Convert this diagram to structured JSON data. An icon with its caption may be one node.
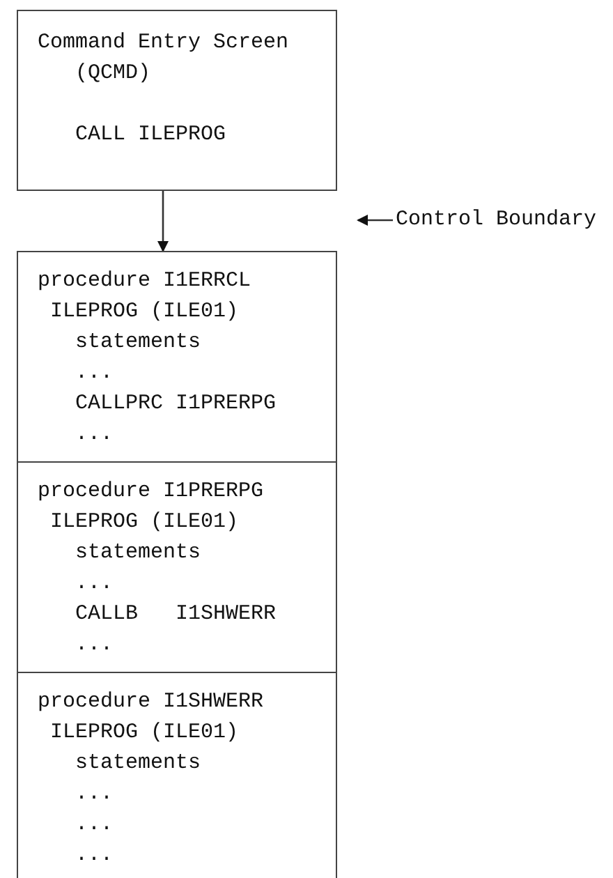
{
  "diagram": {
    "nodes": [
      {
        "text": [
          "Command Entry Screen",
          "(QCMD)",
          "CALL ILEPROG"
        ]
      },
      {
        "text": [
          "procedure I1ERRCL",
          "ILEPROG (ILE01)",
          "statements",
          "...",
          "CALLPRC I1PRERPG",
          "..."
        ]
      },
      {
        "text": [
          "procedure I1PRERPG",
          "ILEPROG (ILE01)",
          "statements",
          "...",
          "CALLB   I1SHWERR",
          "..."
        ]
      },
      {
        "text": [
          "procedure I1SHWERR",
          "ILEPROG (ILE01)",
          "statements",
          "...",
          "...",
          "..."
        ]
      },
      {
        "text": [
          "Control Boundary"
        ]
      }
    ],
    "edges": [
      {
        "from": 0,
        "to": 1,
        "arrow": "to"
      },
      {
        "from": 4,
        "to": null,
        "arrow": "to"
      }
    ]
  }
}
